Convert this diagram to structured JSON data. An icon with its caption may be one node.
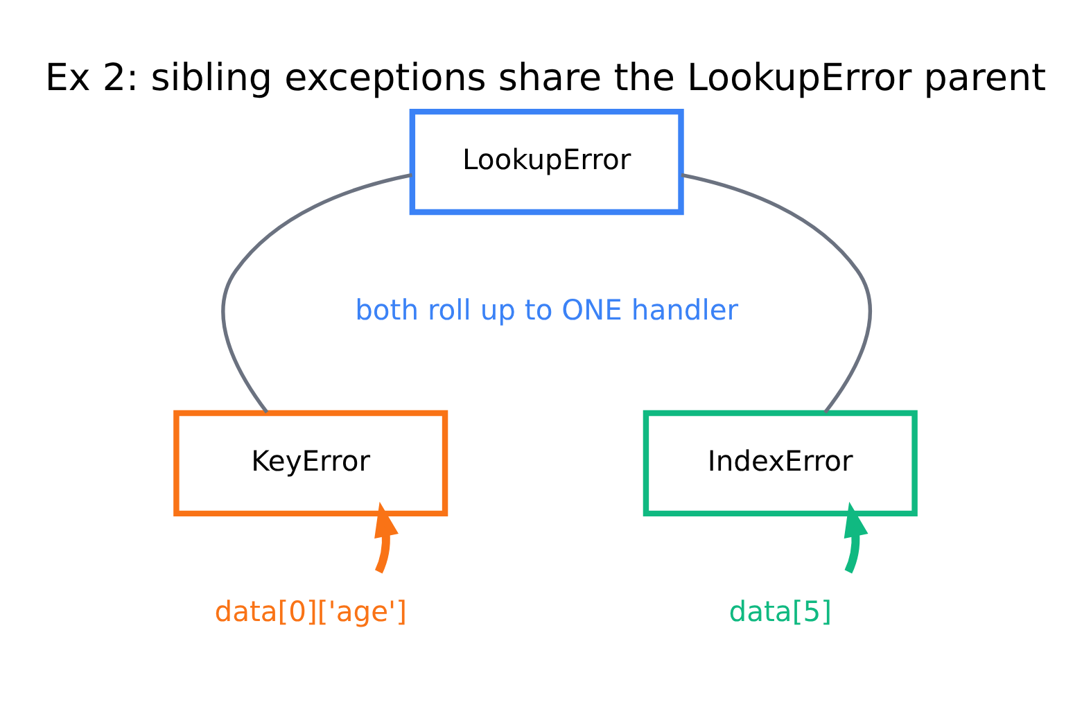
{
  "diagram": {
    "title": "Ex 2: sibling exceptions share the LookupError parent",
    "nodes": [
      {
        "text": [
          "LookupError"
        ]
      },
      {
        "text": [
          "IndexError"
        ]
      },
      {
        "text": [
          "KeyError"
        ]
      },
      {
        "text": [
          "data[5]"
        ]
      },
      {
        "text": [
          "data[0]['age']"
        ]
      }
    ],
    "edges": [
      {
        "from": 0,
        "to": 1,
        "arrow": "none"
      },
      {
        "from": 0,
        "to": 2,
        "arrow": "none"
      },
      {
        "from": 3,
        "to": 1,
        "arrow": "to",
        "style": "thick",
        "color": "#10b981"
      },
      {
        "from": 4,
        "to": 2,
        "arrow": "to",
        "style": "thick",
        "color": "#f97316"
      }
    ],
    "labels": [
      "both roll up to ONE handler"
    ]
  }
}
